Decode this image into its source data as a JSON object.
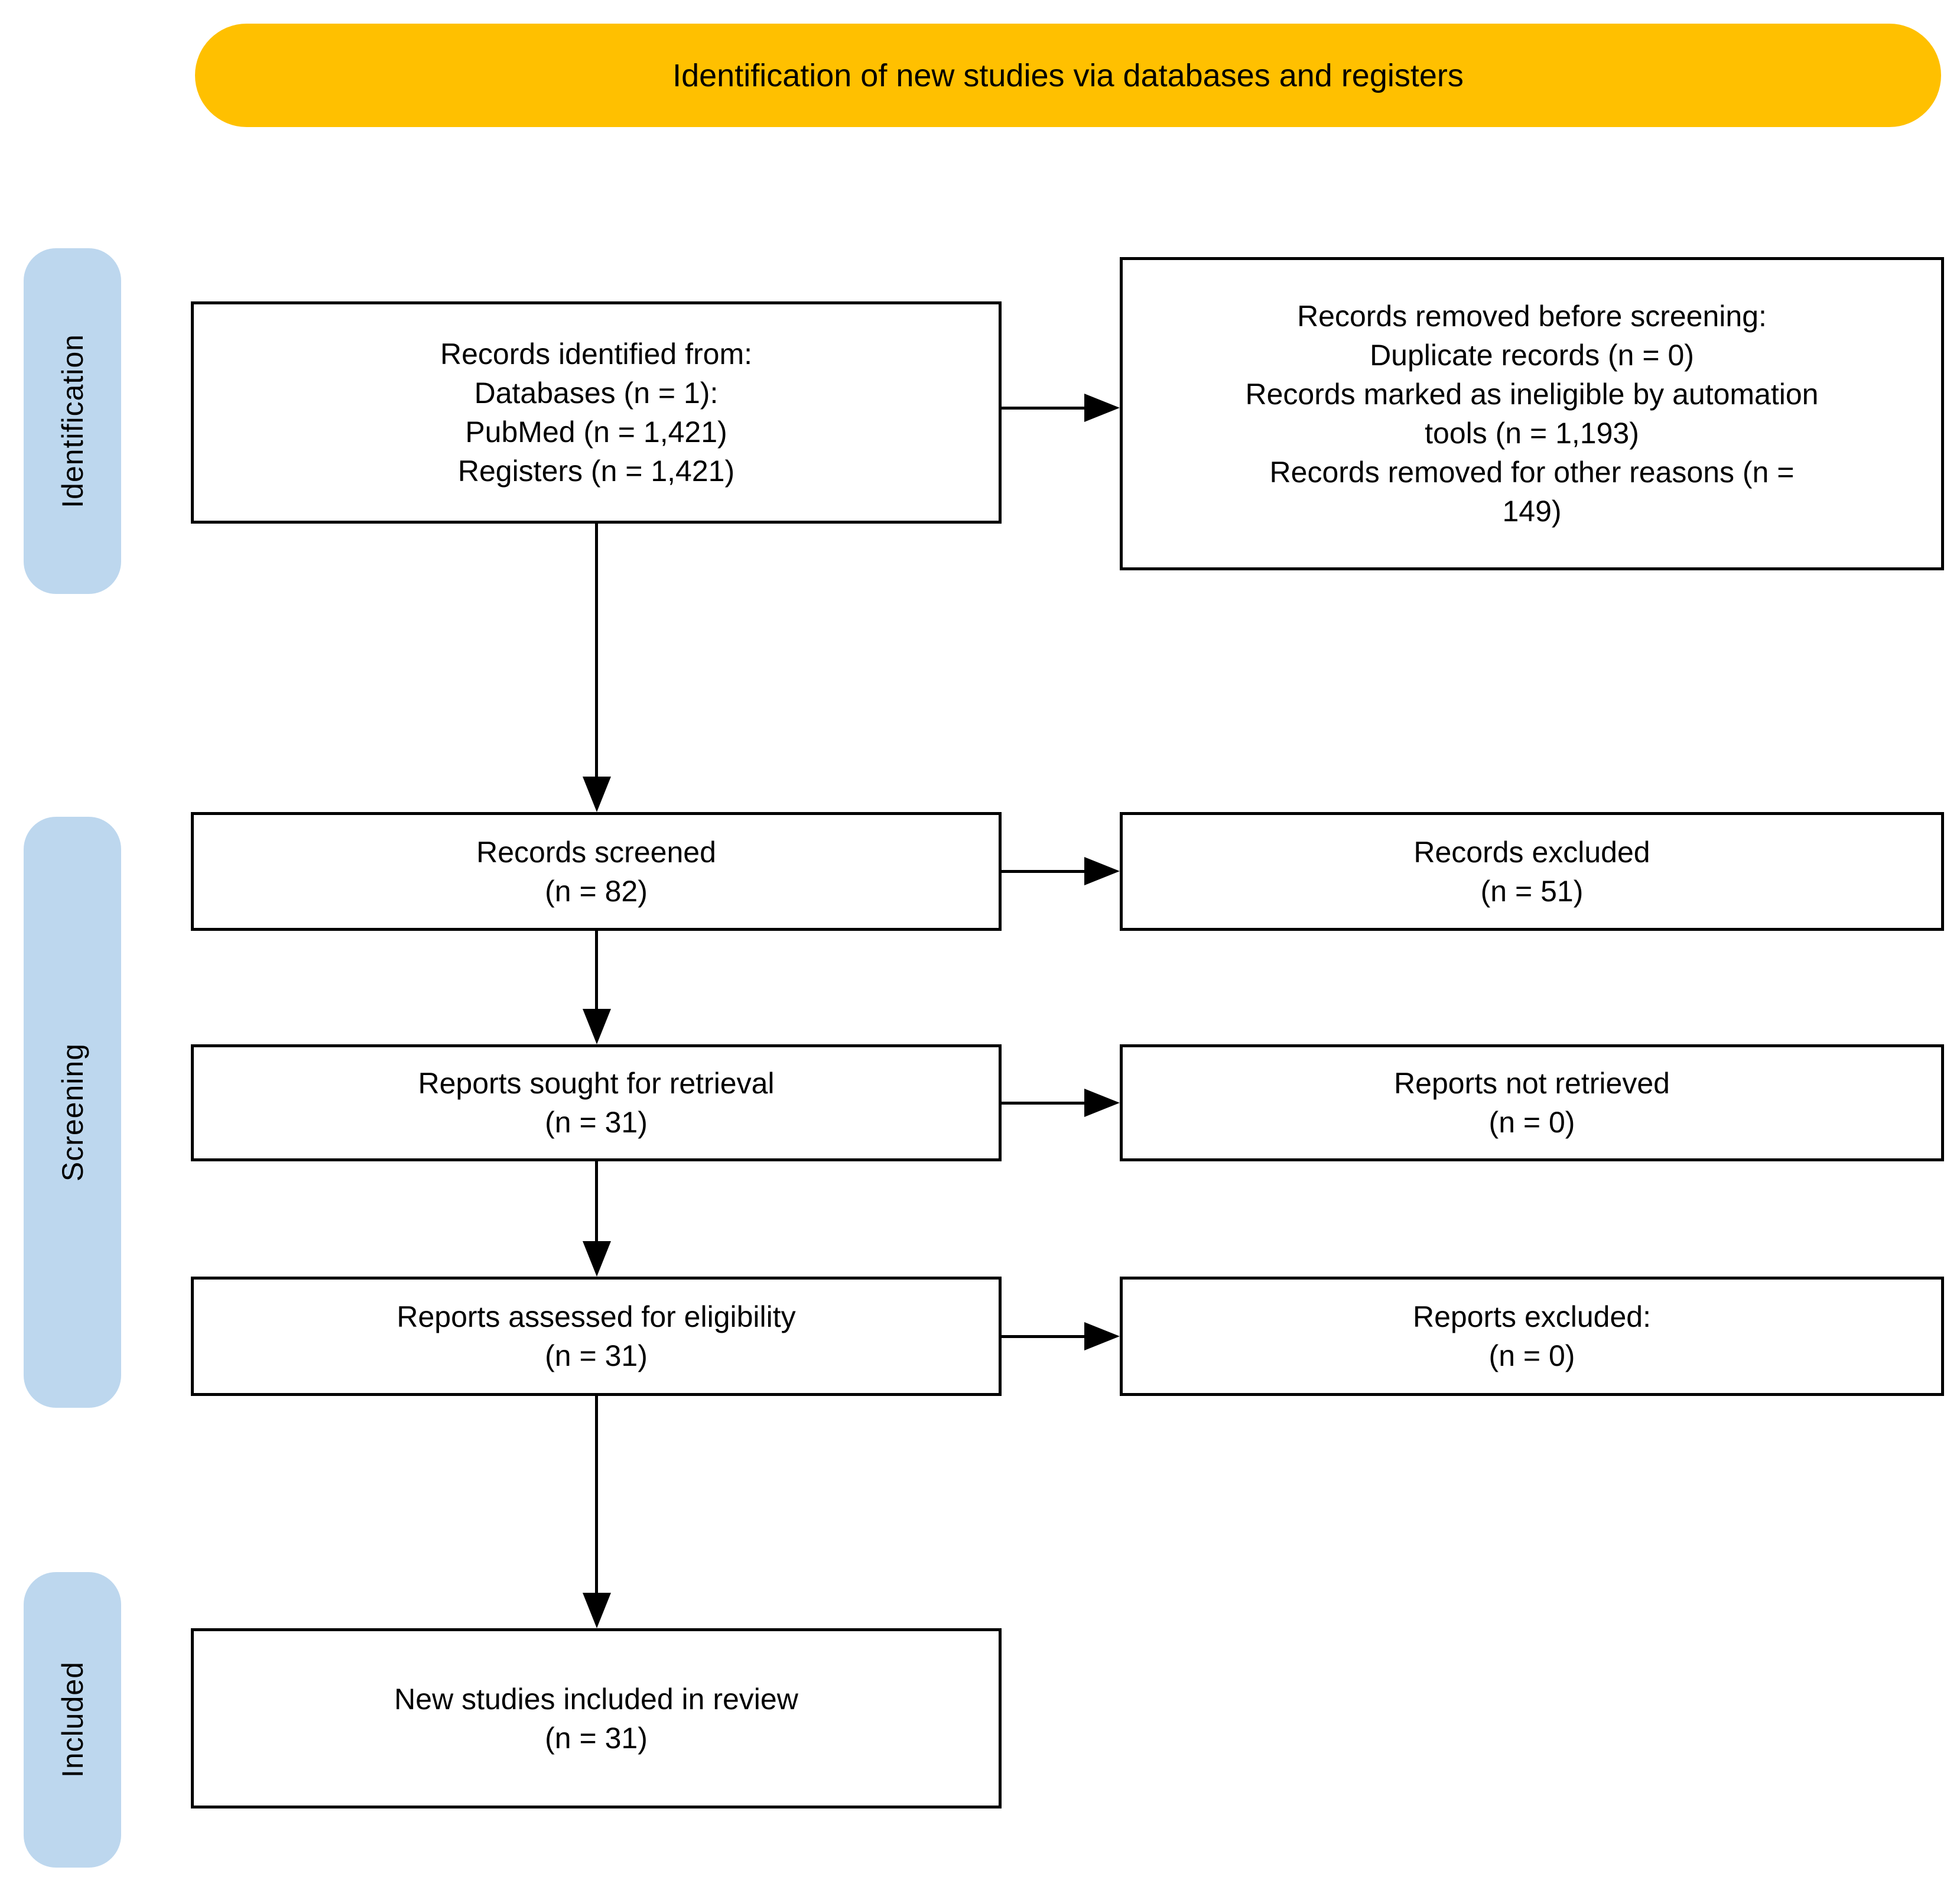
{
  "header": {
    "title": "Identification of new studies via databases and registers"
  },
  "stages": {
    "identification": "Identification",
    "screening": "Screening",
    "included": "Included"
  },
  "boxes": {
    "records_identified": {
      "lines": [
        "Records identified from:",
        "Databases (n = 1):",
        "PubMed (n = 1,421)",
        "Registers (n = 1,421)"
      ]
    },
    "records_removed": {
      "lines": [
        "Records removed before screening:",
        "Duplicate records (n = 0)",
        "Records marked as ineligible by automation",
        "tools (n = 1,193)",
        "Records removed for other reasons (n =",
        "149)"
      ]
    },
    "records_screened": {
      "lines": [
        "Records screened",
        "(n = 82)"
      ]
    },
    "records_excluded": {
      "lines": [
        "Records excluded",
        "(n = 51)"
      ]
    },
    "reports_sought": {
      "lines": [
        "Reports sought for retrieval",
        "(n = 31)"
      ]
    },
    "reports_not_retrieved": {
      "lines": [
        "Reports not retrieved",
        "(n = 0)"
      ]
    },
    "reports_assessed": {
      "lines": [
        "Reports assessed for eligibility",
        "(n = 31)"
      ]
    },
    "reports_excluded": {
      "lines": [
        "Reports excluded:",
        "(n = 0)"
      ]
    },
    "new_studies_included": {
      "lines": [
        "New studies included in review",
        "(n = 31)"
      ]
    }
  },
  "colors": {
    "header_bg": "#FFC000",
    "stage_bg": "#BDD7EE",
    "box_bg": "#FFFFFF",
    "border": "#000000",
    "arrow": "#000000",
    "text": "#000000"
  }
}
